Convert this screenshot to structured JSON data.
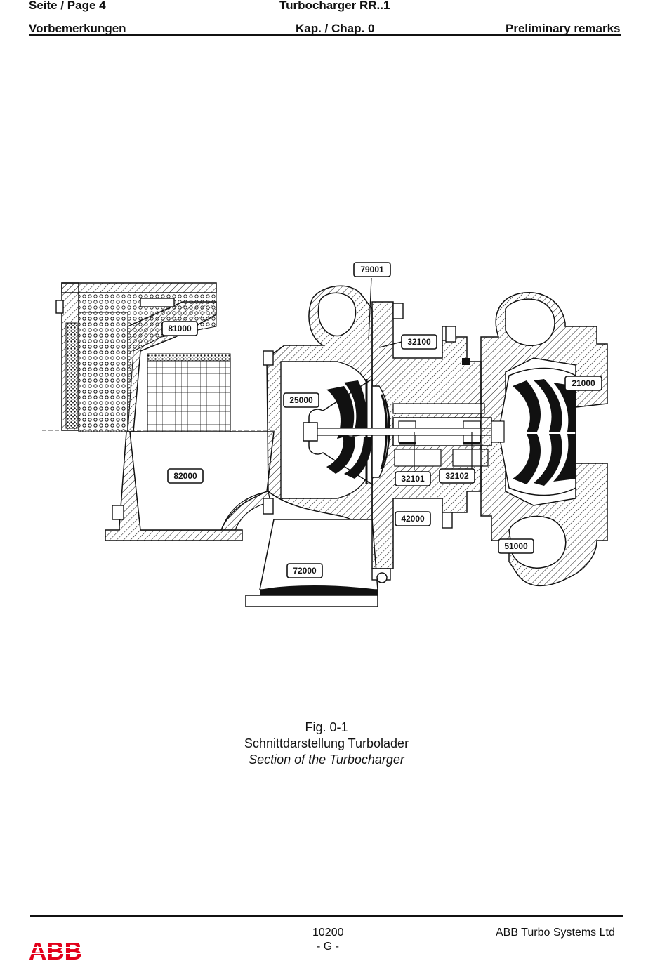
{
  "header": {
    "page_label": "Seite / Page  4",
    "doc_title": "Turbocharger RR..1",
    "section_left": "Vorbemerkungen",
    "chapter": "Kap. / Chap. 0",
    "section_right": "Preliminary remarks"
  },
  "figure": {
    "part_labels": [
      "79001",
      "81000",
      "32100",
      "21000",
      "25000",
      "82000",
      "32101",
      "32102",
      "42000",
      "51000",
      "72000"
    ],
    "number": "Fig. 0-1",
    "caption_de": "Schnittdarstellung Turbolader",
    "caption_en": "Section of the Turbocharger"
  },
  "footer": {
    "logo_text": "ABB",
    "doc_number": "10200",
    "revision": "- G -",
    "company": "ABB Turbo Systems Ltd"
  },
  "colors": {
    "ink": "#111111",
    "logo_red": "#e2001a",
    "paper": "#ffffff"
  }
}
